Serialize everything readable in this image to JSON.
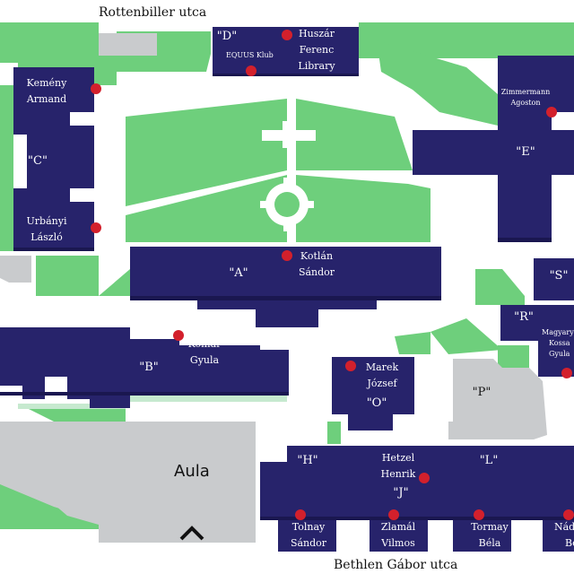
{
  "colors": {
    "building": "#27236b",
    "building_shadow": "#1a1750",
    "green": "#6ecf7c",
    "gray": "#c9cbcd",
    "path": "#ffffff",
    "pin": "#d3202c",
    "path_light": "#c6e9cf"
  },
  "streets": {
    "north": "Rottenbiller utca",
    "south": "Bethlen Gábor utca"
  },
  "aula": {
    "label": "Aula",
    "entrance_icon": "chevron-up-icon"
  },
  "buildings": {
    "A": {
      "code": "\"A\"",
      "name_1": "Kotlán",
      "name_2": "Sándor"
    },
    "B": {
      "code": "\"B\"",
      "name_1": "Kómár",
      "name_2": "Gyula"
    },
    "C": {
      "code": "\"C\"",
      "name_1": "Kemény",
      "name_2": "Armand",
      "name_3": "Urbányi",
      "name_4": "László"
    },
    "D": {
      "code": "\"D\"",
      "name_1": "EQUUS Klub",
      "name_2": "Huszár",
      "name_3": "Ferenc",
      "name_4": "Library"
    },
    "E": {
      "code": "\"E\"",
      "name_1": "Zimmermann",
      "name_2": "Agoston"
    },
    "O": {
      "code": "\"O\"",
      "name_1": "Marek",
      "name_2": "József"
    },
    "P": {
      "code": "\"P\""
    },
    "R": {
      "code": "\"R\"",
      "name_1": "Magyary",
      "name_2": "Kossa",
      "name_3": "Gyula"
    },
    "S": {
      "code": "\"S\""
    },
    "H": {
      "code": "\"H\"",
      "name_1": "Tolnay",
      "name_2": "Sándor"
    },
    "J": {
      "code": "\"J\"",
      "name_1": "Hetzel",
      "name_2": "Henrik",
      "name_3": "Zlamál",
      "name_4": "Vilmos"
    },
    "L": {
      "code": "\"L\"",
      "name_1": "Tormay",
      "name_2": "Béla",
      "name_3": "Nádaskay",
      "name_4": "Béla"
    }
  }
}
